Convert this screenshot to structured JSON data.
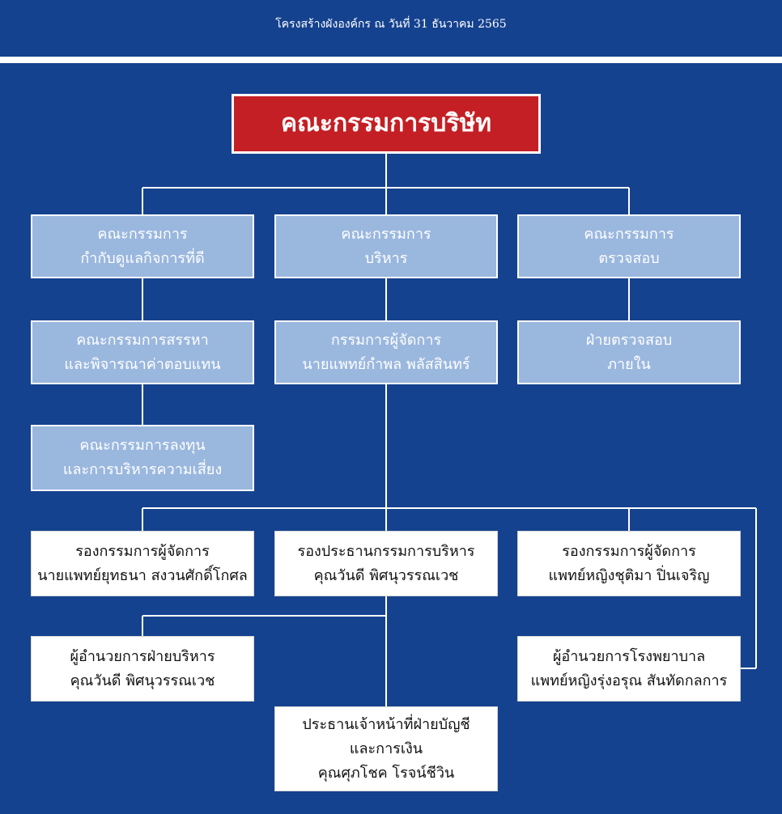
{
  "header": {
    "title": "โครงสร้างผังองค์กร ณ วันที่ 31 ธันวาคม 2565"
  },
  "org": {
    "board": "คณะกรรมการบริษัท",
    "committees": {
      "governance": [
        "คณะกรรมการ",
        "กำกับดูแลกิจการที่ดี"
      ],
      "executive": [
        "คณะกรรมการ",
        "บริหาร"
      ],
      "audit": [
        "คณะกรรมการ",
        "ตรวจสอบ"
      ]
    },
    "nomination": [
      "คณะกรรมการสรรหา",
      "และพิจารณาค่าตอบแทน"
    ],
    "investment_risk": [
      "คณะกรรมการลงทุน",
      "และการบริหารความเสี่ยง"
    ],
    "managing_director": [
      "กรรมการผู้จัดการ",
      "นายแพทย์กำพล พลัสสินทร์"
    ],
    "internal_audit": [
      "ฝ่ายตรวจสอบ",
      "ภายใน"
    ],
    "deputy_md_1": [
      "รองกรรมการผู้จัดการ",
      "นายแพทย์ยุทธนา สงวนศักดิ์โกศล"
    ],
    "vice_chair_exec": [
      "รองประธานกรรมการบริหาร",
      "คุณวันดี พิศนุวรรณเวช"
    ],
    "deputy_md_2": [
      "รองกรรมการผู้จัดการ",
      "แพทย์หญิงชุติมา ปิ่นเจริญ"
    ],
    "admin_director": [
      "ผู้อำนวยการฝ่ายบริหาร",
      "คุณวันดี พิศนุวรรณเวช"
    ],
    "hospital_director": [
      "ผู้อำนวยการโรงพยาบาล",
      "แพทย์หญิงรุ่งอรุณ สันทัดกลการ"
    ],
    "cfo": [
      "ประธานเจ้าหน้าที่ฝ่ายบัญชี",
      "และการเงิน",
      "คุณศุภโชค โรจน์ชีวิน"
    ]
  },
  "colors": {
    "background": "#15428f",
    "board_box": "#c41f24",
    "committee_box": "#9ab7de",
    "staff_box": "#ffffff",
    "connector": "#ffffff"
  }
}
